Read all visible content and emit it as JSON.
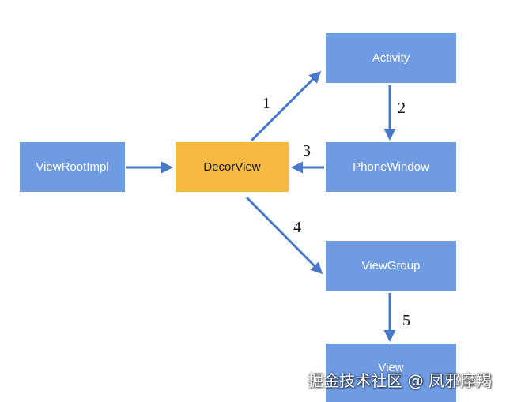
{
  "nodes": {
    "activity": "Activity",
    "phone_window": "PhoneWindow",
    "view_root_impl": "ViewRootImpl",
    "decor_view": "DecorView",
    "view_group": "ViewGroup",
    "view": "View"
  },
  "steps": {
    "s1": "1",
    "s2": "2",
    "s3": "3",
    "s4": "4",
    "s5": "5"
  },
  "watermark": "掘金技术社区 @ 凤邪摩羯",
  "colors": {
    "node_blue": "#6f9be3",
    "node_accent": "#f5b841",
    "arrow": "#4a78c8"
  }
}
